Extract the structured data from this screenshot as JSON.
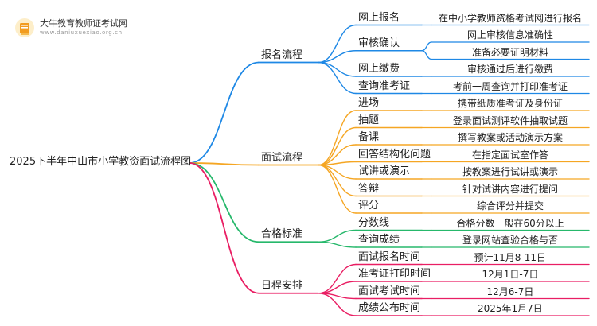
{
  "logo": {
    "title": "大牛教育教师证考试网",
    "subtitle": "www.daniuxuexiao.org.cn",
    "icon": "book-badge-icon"
  },
  "root": {
    "label": "2025下半年中山市小学教资面试流程图"
  },
  "branches": [
    {
      "label": "报名流程",
      "color": "#1e88e5",
      "children": [
        {
          "label": "网上报名",
          "leaves": [
            "在中小学教师资格考试网进行报名"
          ]
        },
        {
          "label": "审核确认",
          "leaves": [
            "网上审核信息准确性",
            "准备必要证明材料"
          ]
        },
        {
          "label": "网上缴费",
          "leaves": [
            "审核通过后进行缴费"
          ]
        },
        {
          "label": "查询准考证",
          "leaves": [
            "考前一周查询并打印准考证"
          ]
        }
      ]
    },
    {
      "label": "面试流程",
      "color": "#f5a623",
      "children": [
        {
          "label": "进场",
          "leaves": [
            "携带纸质准考证及身份证"
          ]
        },
        {
          "label": "抽题",
          "leaves": [
            "登录面试测评软件抽取试题"
          ]
        },
        {
          "label": "备课",
          "leaves": [
            "撰写教案或活动演示方案"
          ]
        },
        {
          "label": "回答结构化问题",
          "leaves": [
            "在指定面试室作答"
          ]
        },
        {
          "label": "试讲或演示",
          "leaves": [
            "按教案进行试讲或演示"
          ]
        },
        {
          "label": "答辩",
          "leaves": [
            "针对试讲内容进行提问"
          ]
        },
        {
          "label": "评分",
          "leaves": [
            "综合评分并提交"
          ]
        }
      ]
    },
    {
      "label": "合格标准",
      "color": "#26b86b",
      "children": [
        {
          "label": "分数线",
          "leaves": [
            "合格分数一般在60分以上"
          ]
        },
        {
          "label": "查询成绩",
          "leaves": [
            "登录网站查验合格与否"
          ]
        }
      ]
    },
    {
      "label": "日程安排",
      "color": "#e91e63",
      "children": [
        {
          "label": "面试报名时间",
          "leaves": [
            "预计11月8-11日"
          ]
        },
        {
          "label": "准考证打印时间",
          "leaves": [
            "12月1日-7日"
          ]
        },
        {
          "label": "面试考试时间",
          "leaves": [
            "12月6-7日"
          ]
        },
        {
          "label": "成绩公布时间",
          "leaves": [
            "2025年1月7日"
          ]
        }
      ]
    }
  ]
}
